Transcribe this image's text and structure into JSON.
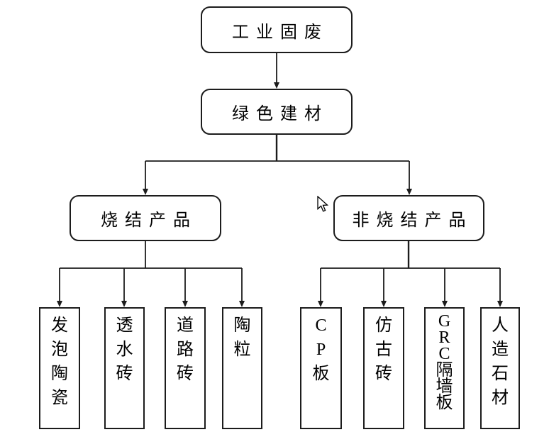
{
  "diagram": {
    "nodes": {
      "root": {
        "label": "工业固废"
      },
      "level2": {
        "label": "绿色建材"
      },
      "sintered": {
        "label": "烧结产品"
      },
      "non_sintered": {
        "label": "非烧结产品"
      },
      "sintered_children": [
        {
          "label": "发泡陶瓷"
        },
        {
          "label": "透水砖"
        },
        {
          "label": "道路砖"
        },
        {
          "label": "陶粒"
        }
      ],
      "non_sintered_children": [
        {
          "label": "CP板"
        },
        {
          "label": "仿古砖"
        },
        {
          "label": "GRC隔墙板"
        },
        {
          "label": "人造石材"
        }
      ]
    },
    "edges": [
      {
        "from": "工业固废",
        "to": "绿色建材"
      },
      {
        "from": "绿色建材",
        "to": "烧结产品"
      },
      {
        "from": "绿色建材",
        "to": "非烧结产品"
      },
      {
        "from": "烧结产品",
        "to": "发泡陶瓷"
      },
      {
        "from": "烧结产品",
        "to": "透水砖"
      },
      {
        "from": "烧结产品",
        "to": "道路砖"
      },
      {
        "from": "烧结产品",
        "to": "陶粒"
      },
      {
        "from": "非烧结产品",
        "to": "CP板"
      },
      {
        "from": "非烧结产品",
        "to": "仿古砖"
      },
      {
        "from": "非烧结产品",
        "to": "GRC隔墙板"
      },
      {
        "from": "非烧结产品",
        "to": "人造石材"
      }
    ],
    "colors": {
      "line": "#1c1c1c",
      "box_border": "#1c1c1c",
      "box_fill": "#ffffff",
      "text": "#000000",
      "background": "#ffffff"
    }
  },
  "cursor": {
    "icon": "arrow-pointer"
  }
}
